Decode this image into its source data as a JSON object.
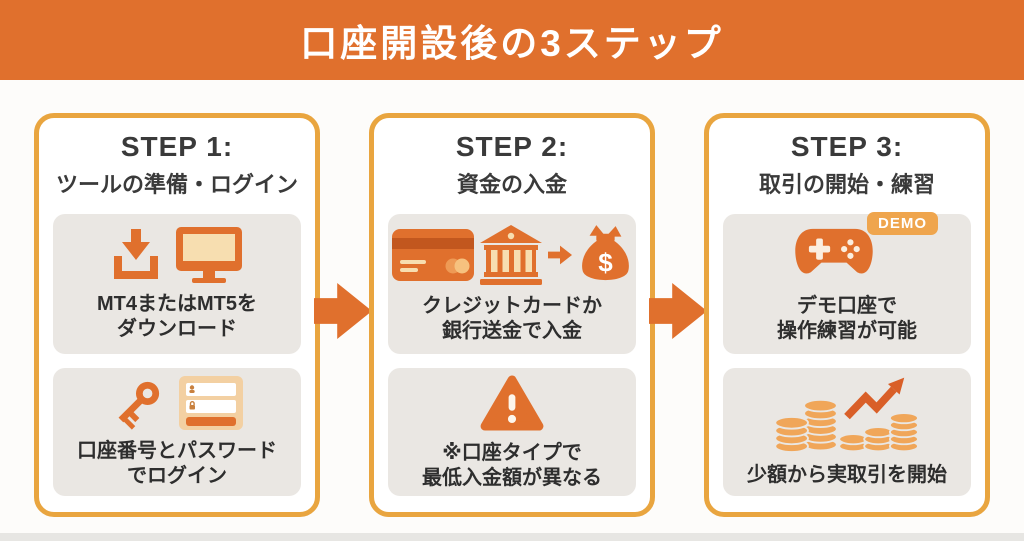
{
  "header": {
    "title": "口座開設後の3ステップ"
  },
  "colors": {
    "primary_orange": "#E0702D",
    "card_border_amber": "#E9A53F",
    "box_gray": "#EAE7E3",
    "badge_amber": "#EFA54D",
    "cream": "#F7DEB0",
    "growth_arrow": "#D95F28",
    "coin": "#F0A659",
    "heading_text": "#3A3A3A",
    "caption_text": "#2E2E2E",
    "banner_text": "#FFFFFF"
  },
  "steps": [
    {
      "label": "STEP 1:",
      "subtitle": "ツールの準備・ログイン",
      "boxes": [
        {
          "icons": [
            "download-icon",
            "monitor-icon"
          ],
          "lines": [
            "MT4またはMT5を",
            "ダウンロード"
          ]
        },
        {
          "icons": [
            "key-icon",
            "login-form-icon"
          ],
          "lines": [
            "口座番号とパスワード",
            "でログイン"
          ]
        }
      ]
    },
    {
      "label": "STEP 2:",
      "subtitle": "資金の入金",
      "boxes": [
        {
          "icons": [
            "credit-card-icon",
            "bank-icon",
            "transfer-arrow-icon",
            "money-bag-icon"
          ],
          "lines": [
            "クレジットカードか",
            "銀行送金で入金"
          ]
        },
        {
          "icons": [
            "warning-icon"
          ],
          "lines": [
            "※口座タイプで",
            "最低入金額が異なる"
          ]
        }
      ]
    },
    {
      "label": "STEP 3:",
      "subtitle": "取引の開始・練習",
      "boxes": [
        {
          "icons": [
            "gamepad-icon",
            "demo-badge"
          ],
          "lines": [
            "デモ口座で",
            "操作練習が可能"
          ]
        },
        {
          "icons": [
            "coins-growth-icon"
          ],
          "lines": [
            "少額から実取引を開始"
          ]
        }
      ]
    }
  ],
  "badges": {
    "demo": "DEMO"
  },
  "symbols": {
    "money_bag": "$"
  }
}
